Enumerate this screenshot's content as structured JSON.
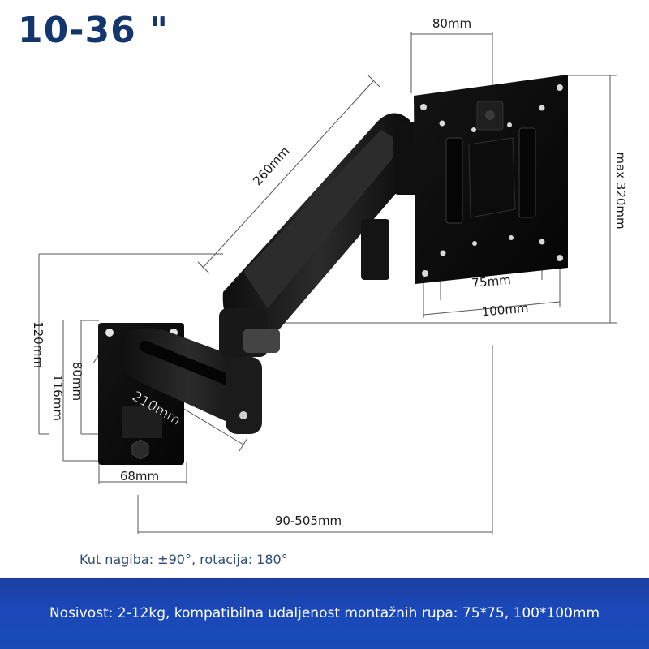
{
  "title": "10-36 \"",
  "dimensions": {
    "d80": "80mm",
    "d260": "260mm",
    "dmax320": "max  320mm",
    "d75": "75mm",
    "d100": "100mm",
    "d120": "120mm",
    "d80b": "80mm",
    "d116": "116mm",
    "d210": "210mm",
    "d68": "68mm",
    "d90505": "90-505mm"
  },
  "note": "Kut nagiba: ±90°, rotacija: 180°",
  "banner": "Nosivost: 2-12kg, kompatibilna udaljenost montažnih rupa: 75*75, 100*100mm",
  "colors": {
    "title": "#13366e",
    "banner": "#1b48b8",
    "product": "#1a1a1a"
  }
}
